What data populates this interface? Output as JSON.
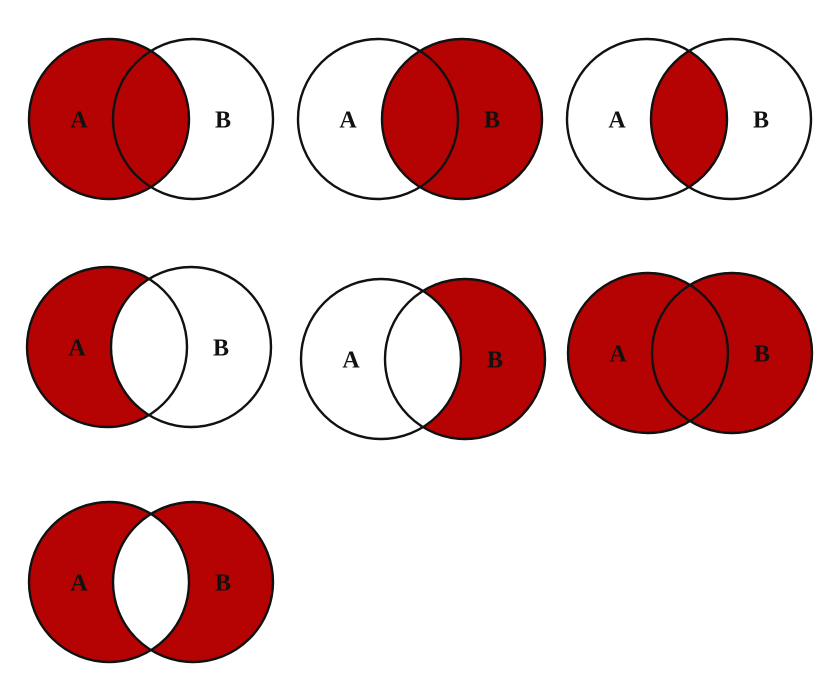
{
  "colors": {
    "fill": "#b50303",
    "outline": "#111111",
    "background": "#ffffff"
  },
  "labels": {
    "set_a": "A",
    "set_b": "B"
  },
  "diagrams": [
    {
      "id": "a-only-full",
      "regions": [
        "a_only",
        "intersection"
      ]
    },
    {
      "id": "b-full",
      "regions": [
        "b_only",
        "intersection"
      ]
    },
    {
      "id": "intersection",
      "regions": [
        "intersection"
      ]
    },
    {
      "id": "a-minus-b",
      "regions": [
        "a_only"
      ]
    },
    {
      "id": "b-minus-a",
      "regions": [
        "b_only"
      ]
    },
    {
      "id": "union",
      "regions": [
        "a_only",
        "b_only",
        "intersection"
      ]
    },
    {
      "id": "symmetric-difference",
      "regions": [
        "a_only",
        "b_only"
      ]
    }
  ]
}
